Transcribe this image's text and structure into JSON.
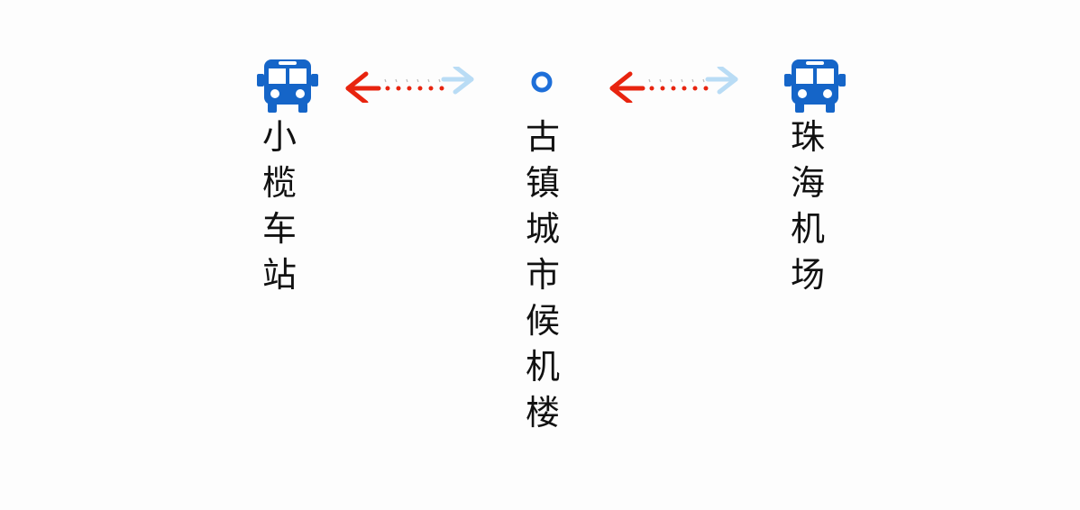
{
  "stations": [
    {
      "name": "小榄车站",
      "chars": [
        "小",
        "榄",
        "车",
        "站"
      ],
      "icon": "bus-icon"
    },
    {
      "name": "古镇城市候机楼",
      "chars": [
        "古",
        "镇",
        "城",
        "市",
        "候",
        "机",
        "楼"
      ],
      "icon": "station-dot-icon"
    },
    {
      "name": "珠海机场",
      "chars": [
        "珠",
        "海",
        "机",
        "场"
      ],
      "icon": "bus-icon"
    }
  ],
  "colors": {
    "bus": "#1565c8",
    "arrow_left": "#e8240f",
    "arrow_right": "#b9dcf5",
    "dot": "#1e6fd9"
  }
}
